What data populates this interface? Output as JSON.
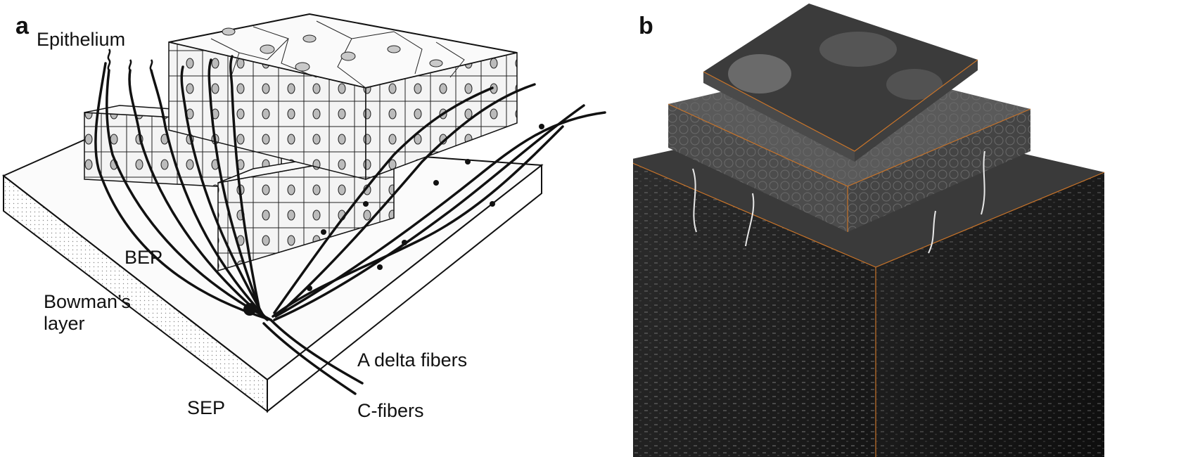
{
  "panel_a": {
    "letter": "a",
    "labels": {
      "epithelium": "Epithelium",
      "bep": "BEP",
      "bowmans_line1": "Bowman’s",
      "bowmans_line2": "layer",
      "sep": "SEP",
      "a_delta": "A delta fibers",
      "c_fibers": "C-fibers"
    }
  },
  "panel_b": {
    "letter": "b"
  },
  "colors": {
    "ink": "#111111",
    "cell_fill": "#f2f2f2",
    "bowman_fill": "#fafafa",
    "confocal_dark": "#2a2a2a",
    "edge_orange": "#c8742a"
  }
}
